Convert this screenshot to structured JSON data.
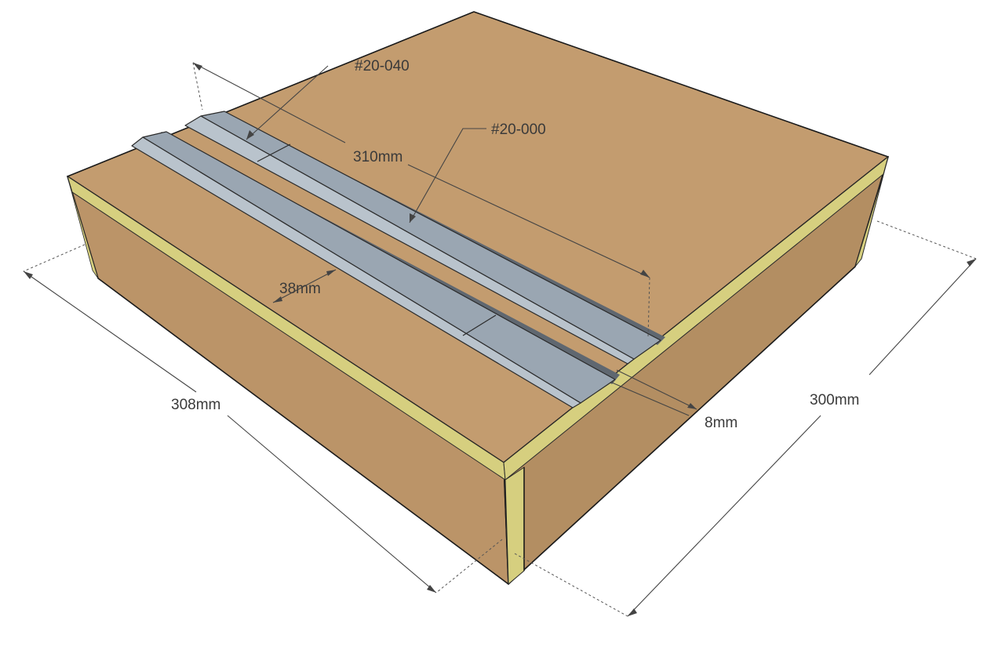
{
  "labels": {
    "part_a": "#20-040",
    "part_b": "#20-000",
    "track_length": "310mm",
    "track_width": "38mm",
    "base_width": "308mm",
    "base_depth": "300mm",
    "board_thickness": "8mm"
  },
  "colors": {
    "wood_top": "#c39c6f",
    "wood_side_front": "#bb9468",
    "wood_side_right": "#b38e62",
    "veneer_edge": "#d6cf7f",
    "rail_top": "#9aa6b2",
    "rail_bevel": "#b9c3cc",
    "rail_dark": "#5f6770",
    "line": "#1a1a1a"
  }
}
